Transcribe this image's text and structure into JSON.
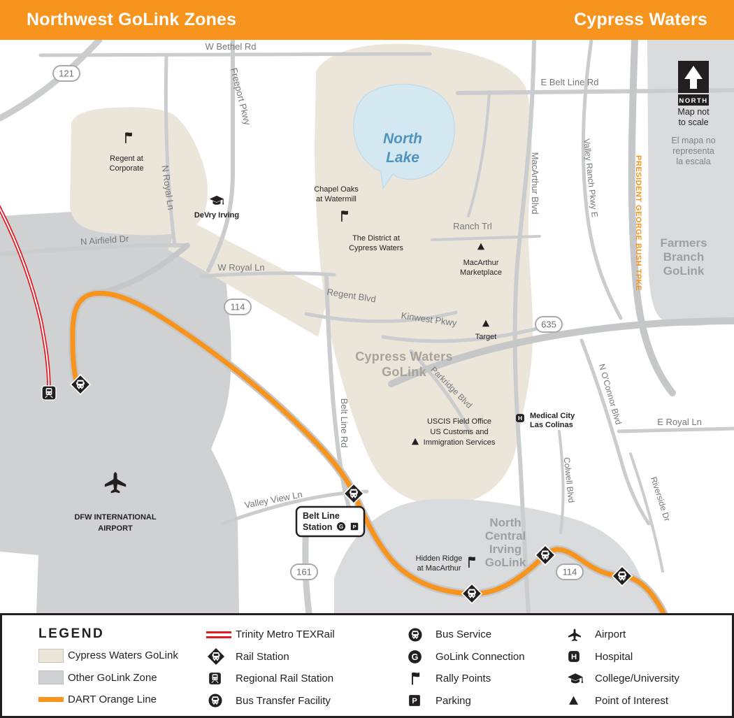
{
  "header": {
    "left_title": "Northwest GoLink Zones",
    "right_title": "Cypress Waters"
  },
  "colors": {
    "dart_orange": "#F7941E",
    "zone_beige": "#ECE5DA",
    "zone_gray": "#CFD1D2",
    "road_gray": "#CBCCCD",
    "lake_blue": "#D4E8F2",
    "texrail_red": "#E31B23",
    "ink": "#231F20",
    "road_label_gray": "#75777A",
    "zone_label_gray": "#A8A29A"
  },
  "map": {
    "roads": {
      "w_bethel": "W Bethel Rd",
      "freeport": "Freeport Pkwy",
      "e_belt_line": "E Belt Line Rd",
      "macarthur": "MacArthur Blvd",
      "valley_ranch": "Valley Ranch Pkwy E",
      "pgb_tpke": "PRESIDENT GEORGE BUSH TPKE",
      "n_royal": "N Royal Ln",
      "n_airfield": "N Airfield Dr",
      "w_royal": "W Royal Ln",
      "regent": "Regent Blvd",
      "kinwest": "Kinwest Pkwy",
      "ranch_trl": "Ranch Trl",
      "belt_line": "Belt Line Rd",
      "parkridge": "Parkridge Blvd",
      "e_royal": "E Royal Ln",
      "o_connor": "N O'Connor Blvd",
      "colwell": "Colwell Blvd",
      "riverside": "Riverside Dr",
      "valley_view": "Valley View Ln"
    },
    "highways": {
      "h121": "121",
      "h114_a": "114",
      "h635": "635",
      "h114_b": "114",
      "h161": "161"
    },
    "zones": {
      "cypress": [
        "Cypress Waters",
        "GoLink"
      ],
      "farmers": [
        "Farmers",
        "Branch",
        "GoLink"
      ],
      "north_central": [
        "North",
        "Central",
        "Irving",
        "GoLink"
      ]
    },
    "lake": [
      "North",
      "Lake"
    ],
    "pois": {
      "regent_corporate": [
        "Regent at",
        "Corporate"
      ],
      "devry": "DeVry Irving",
      "chapel_oaks": [
        "Chapel Oaks",
        "at Watermill"
      ],
      "district": [
        "The District at",
        "Cypress Waters"
      ],
      "macarthur_marketplace": [
        "MacArthur",
        "Marketplace"
      ],
      "target": "Target",
      "uscis": [
        "USCIS Field Office",
        "US Customs and",
        "Immigration Services"
      ],
      "medical_city": [
        "Medical City",
        "Las Colinas"
      ],
      "hidden_ridge": [
        "Hidden Ridge",
        "at MacArthur"
      ],
      "dfw_airport": [
        "DFW INTERNATIONAL",
        "AIRPORT"
      ]
    },
    "station": {
      "name": [
        "Belt Line",
        "Station"
      ]
    },
    "north_box": {
      "label": "NORTH",
      "note_en": [
        "Map not",
        "to scale"
      ],
      "note_es": [
        "El mapa no",
        "representa",
        "la escala"
      ]
    }
  },
  "legend": {
    "title": "LEGEND",
    "zones_col": [
      "Cypress Waters GoLink",
      "Other GoLink Zone",
      "DART Orange Line"
    ],
    "rail_col": [
      "Trinity Metro TEXRail",
      "Rail Station",
      "Regional Rail Station",
      "Bus Transfer Facility"
    ],
    "service_col": [
      "Bus Service",
      "GoLink Connection",
      "Rally Points",
      "Parking"
    ],
    "poi_col": [
      "Airport",
      "Hospital",
      "College/University",
      "Point of Interest"
    ]
  }
}
